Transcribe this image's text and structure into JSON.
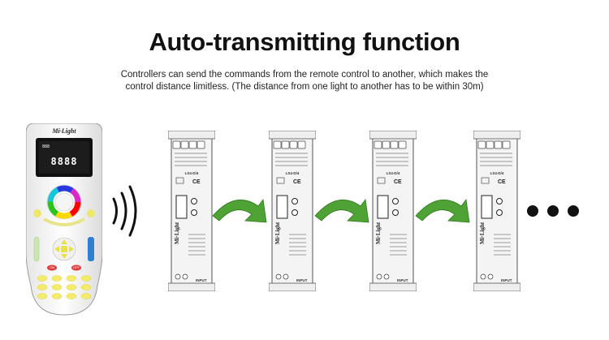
{
  "header": {
    "title": "Auto-transmitting function",
    "description_line1": "Controllers can send the commands from the remote control to another, which makes the",
    "description_line2": "control distance limitless. (The distance from one light to another has to be within 30m)"
  },
  "remote": {
    "brand": "Mi·Light",
    "display_digits": "8888",
    "display_small": "888",
    "key_on": "ON",
    "key_off": "OFF"
  },
  "controller": {
    "brand": "Mi·Light",
    "model": "LS4-D/4",
    "input_label": "INPUT"
  },
  "colors": {
    "arrow_green": "#4fa334",
    "arrow_dark": "#2e7a1d",
    "device_body": "#f4f4f4",
    "device_outline": "#555555",
    "lcd": "#111111"
  }
}
